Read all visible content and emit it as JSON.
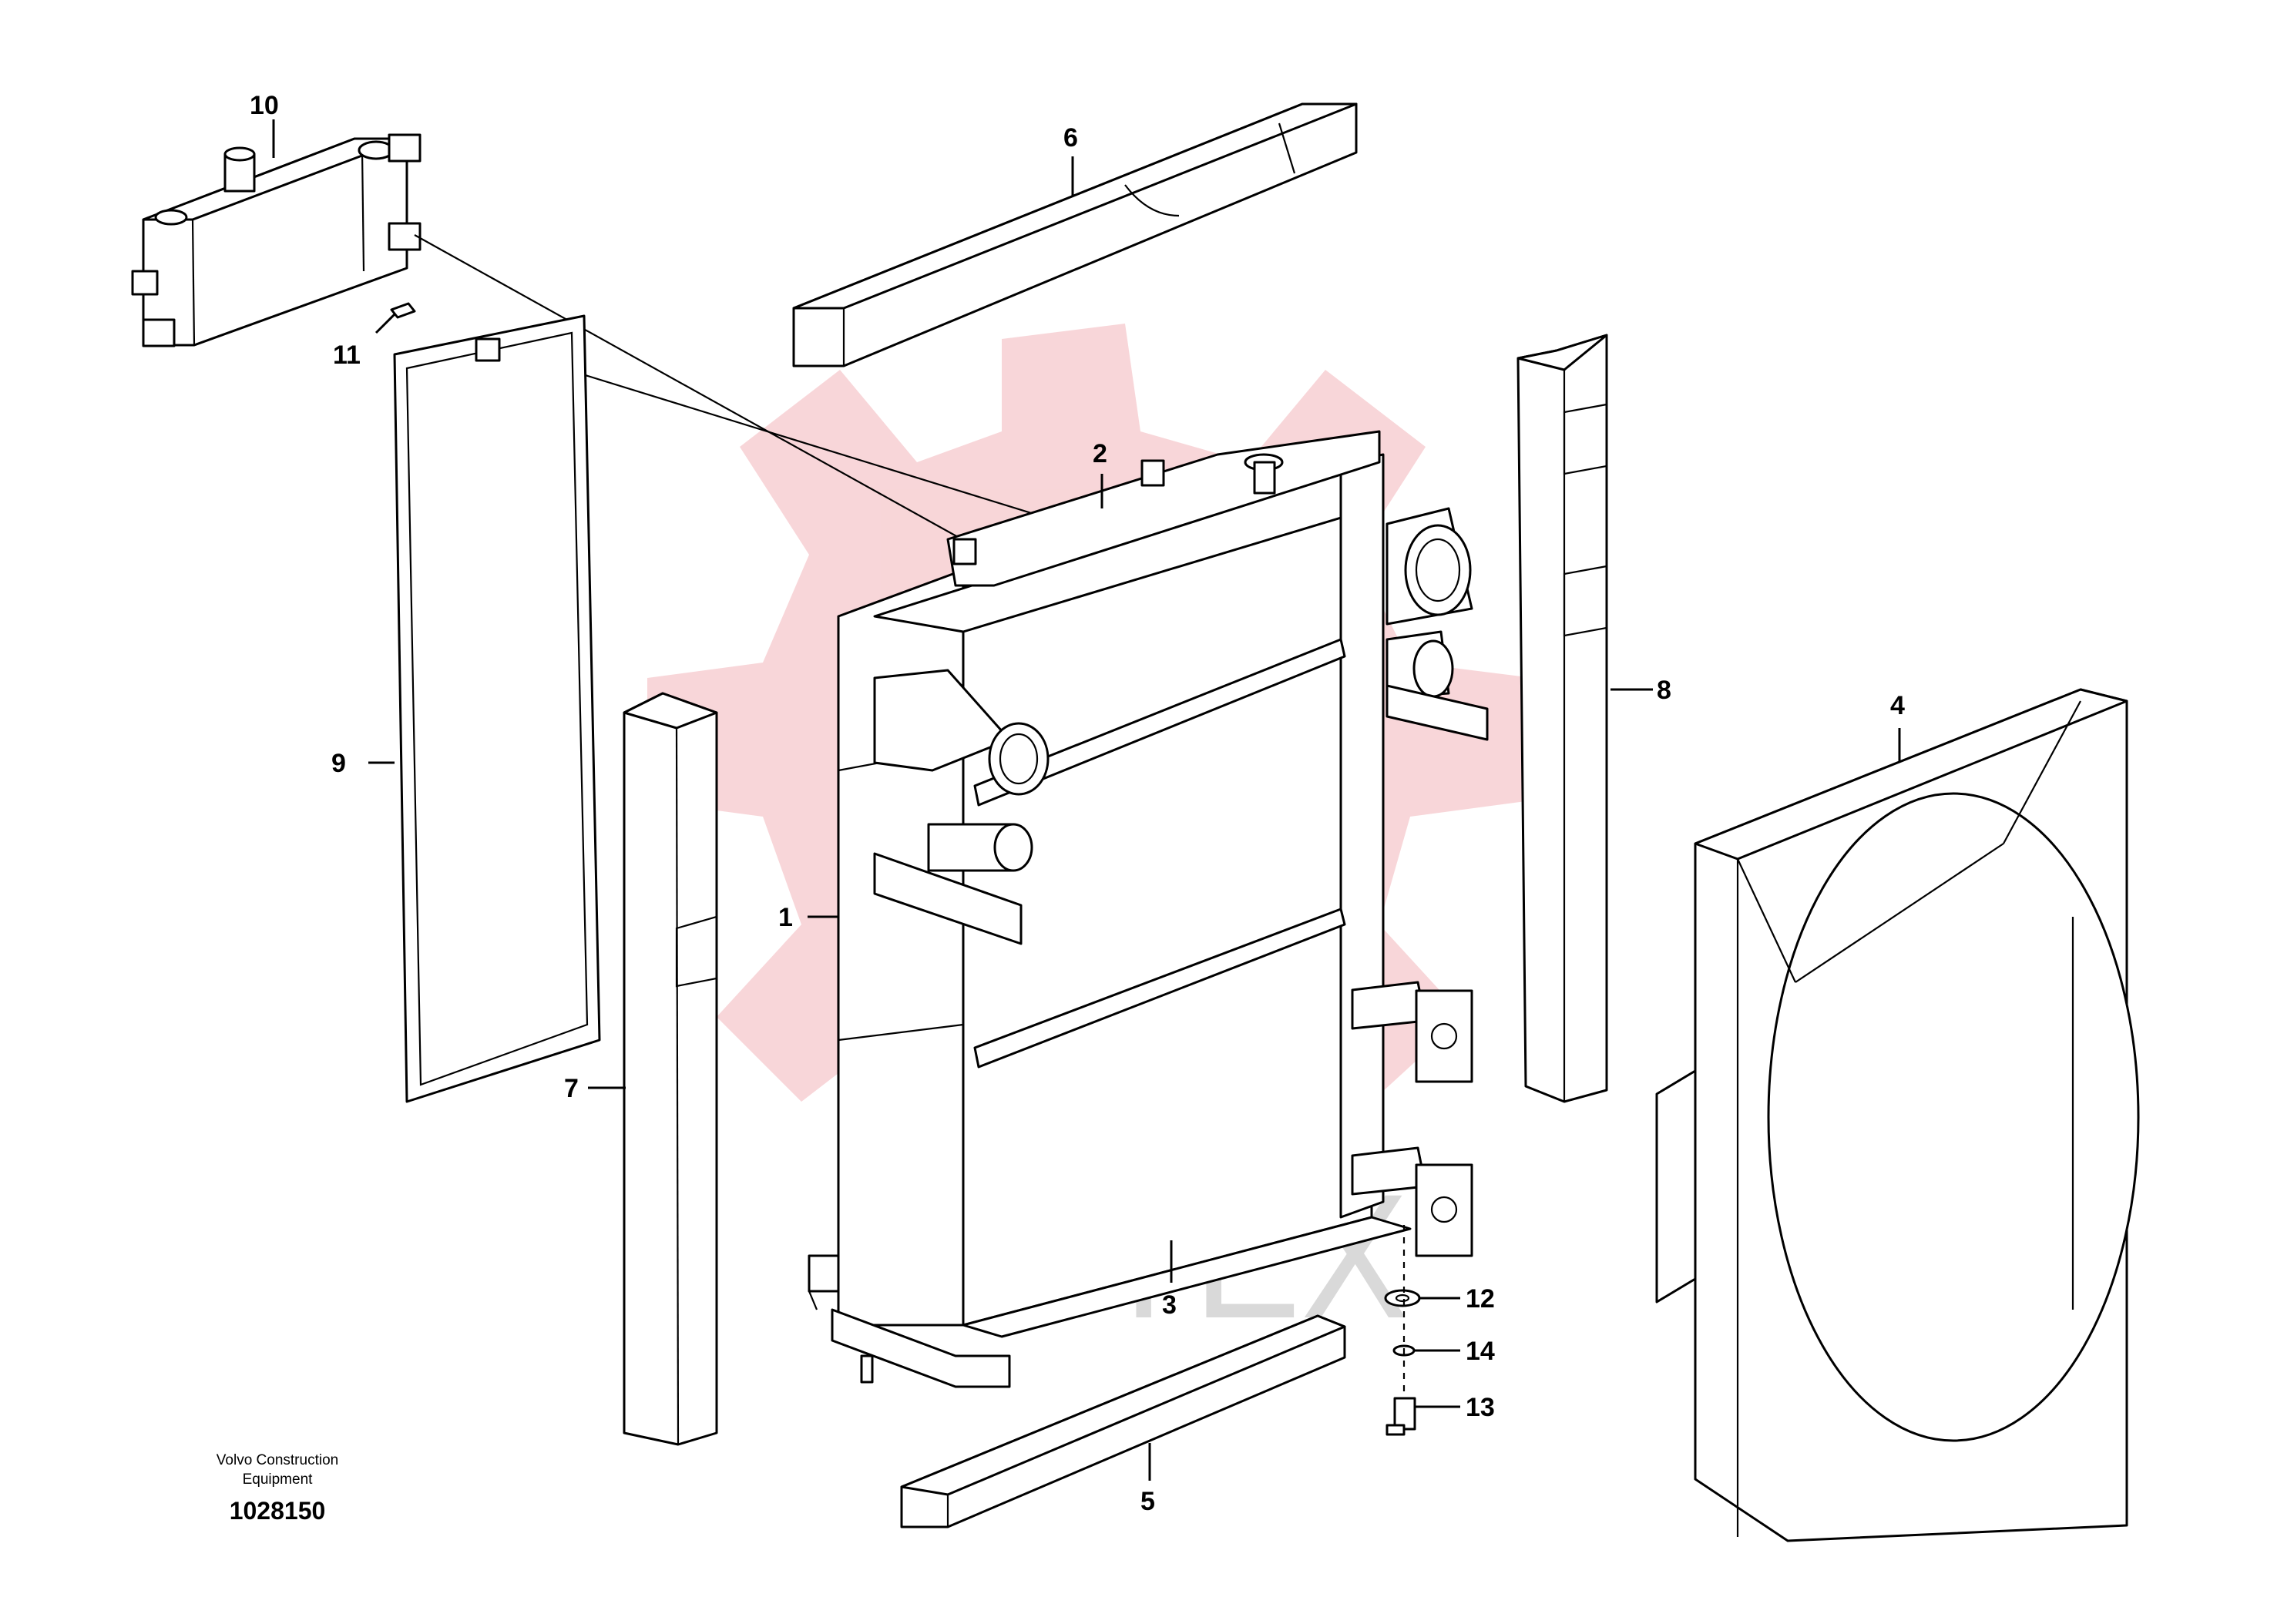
{
  "colors": {
    "watermark_gear": "#f7cfd2",
    "watermark_text": "#d9d9d9",
    "line": "#000000",
    "background": "#ffffff"
  },
  "watermark": {
    "text": "ИНТЕХ"
  },
  "callouts": [
    "1",
    "2",
    "3",
    "4",
    "5",
    "6",
    "7",
    "8",
    "9",
    "10",
    "11",
    "12",
    "13",
    "14"
  ],
  "footer": {
    "line1": "Volvo Construction",
    "line2": "Equipment",
    "code": "1028150"
  }
}
